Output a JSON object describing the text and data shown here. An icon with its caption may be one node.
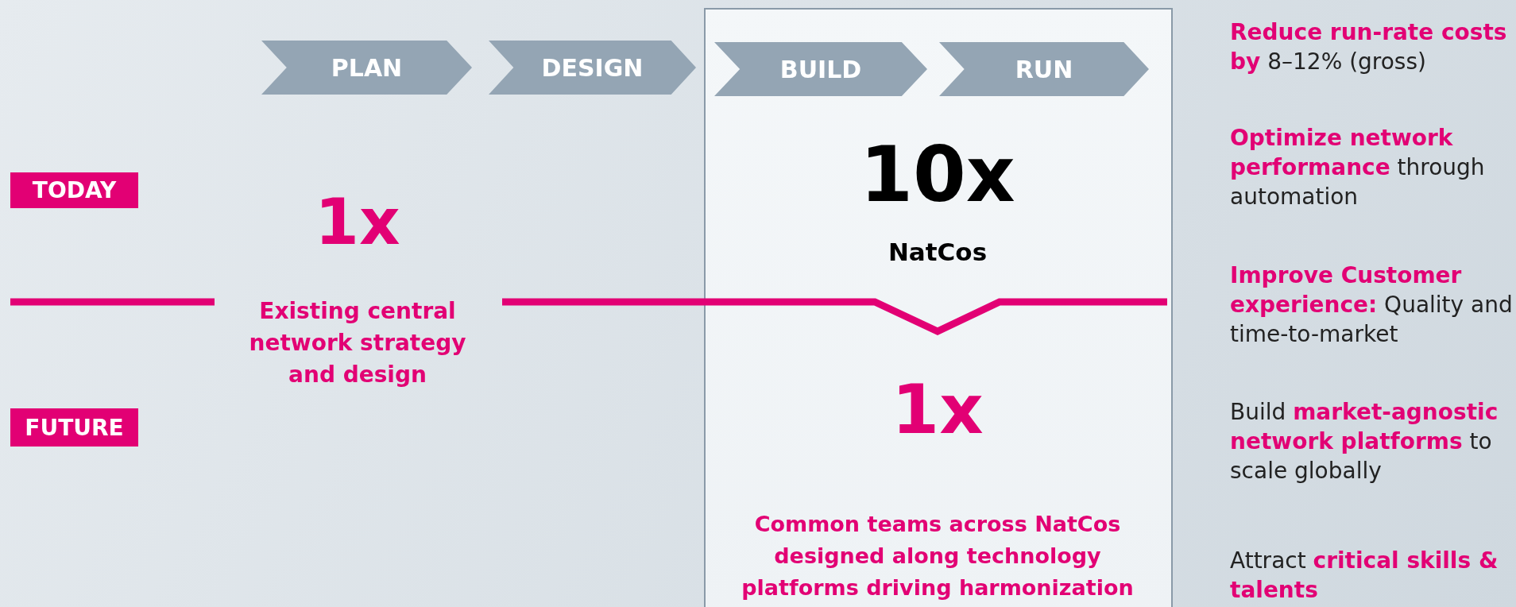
{
  "diagram": {
    "nodes": [
      {
        "text": [
          "PLAN"
        ]
      },
      {
        "text": [
          "DESIGN"
        ]
      },
      {
        "text": [],
        "shape": "box"
      },
      {
        "text": [
          "BUILD"
        ],
        "in": 2
      },
      {
        "text": [
          "RUN"
        ],
        "in": 2
      },
      {
        "text": [
          "TODAY"
        ]
      },
      {
        "text": [
          "FUTURE"
        ]
      }
    ],
    "labels": [
      "1x",
      "Existing central network strategy and design",
      "10x",
      "NatCos",
      "1x",
      "Common teams across NatCos designed along technology platforms driving harmonization",
      "**Reduce run-rate costs by** 8–12% (gross)",
      "**Optimize network performance** through automation",
      "**Improve Customer experience:** Quality and time-to-market",
      "Build **market-agnostic network platforms** to scale globally",
      "Attract **critical skills & talents**"
    ]
  }
}
